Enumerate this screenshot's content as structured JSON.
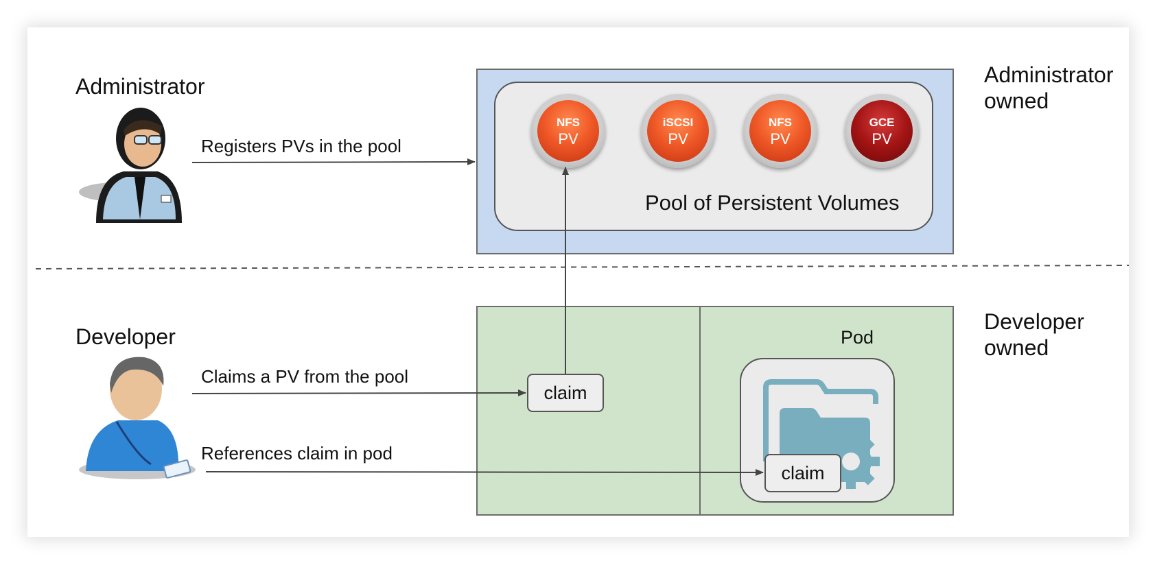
{
  "roles": {
    "administrator": "Administrator",
    "developer": "Developer"
  },
  "arrows": {
    "registers": "Registers PVs in the pool",
    "claims": "Claims a PV from the pool",
    "references": "References claim in pod"
  },
  "ownership": {
    "admin_line1": "Administrator",
    "admin_line2": "owned",
    "dev_line1": "Developer",
    "dev_line2": "owned"
  },
  "pool": {
    "label": "Pool of Persistent Volumes",
    "volumes": [
      {
        "type": "NFS",
        "label": "PV",
        "color": "#f05a28"
      },
      {
        "type": "iSCSI",
        "label": "PV",
        "color": "#f05a28"
      },
      {
        "type": "NFS",
        "label": "PV",
        "color": "#f05a28"
      },
      {
        "type": "GCE",
        "label": "PV",
        "color": "#a31414"
      }
    ]
  },
  "developer_area": {
    "claim_label": "claim",
    "pod_label": "Pod",
    "pod_claim_label": "claim"
  },
  "colors": {
    "admin_area": "#c6d9f0",
    "dev_area": "#d0e4cb",
    "pool_bg": "#ebebeb"
  },
  "icons": [
    "administrator-icon",
    "developer-icon",
    "folder-gear-icon"
  ]
}
